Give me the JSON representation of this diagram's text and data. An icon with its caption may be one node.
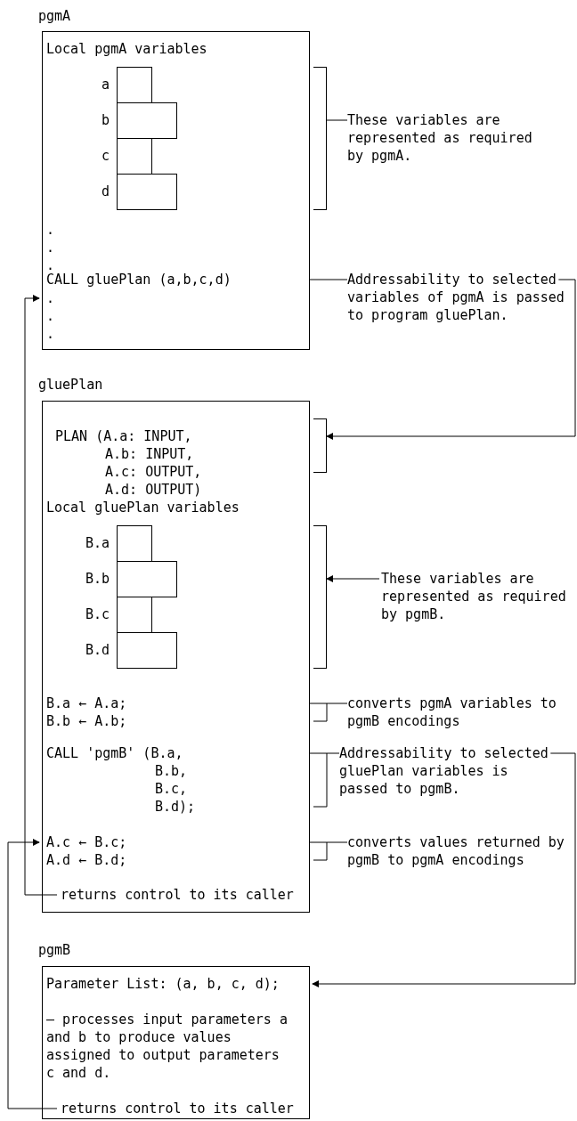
{
  "diagram": {
    "nodes": [
      {
        "text": [
          "pgmA",
          "Local pgmA variables"
        ]
      },
      {
        "text": [],
        "shape": "box",
        "in": 0,
        "beside": [
          "a"
        ]
      },
      {
        "text": [],
        "shape": "box",
        "in": 0,
        "beside": [
          "b"
        ]
      },
      {
        "text": [],
        "shape": "box",
        "in": 0,
        "beside": [
          "c"
        ]
      },
      {
        "text": [],
        "shape": "box",
        "in": 0,
        "beside": [
          "d"
        ]
      },
      {
        "text": [
          ". . ."
        ],
        "in": 0
      },
      {
        "text": [
          "CALL gluePlan (a,b,c,d)"
        ],
        "in": 0
      },
      {
        "text": [
          ". . ."
        ],
        "in": 0
      },
      {
        "text": [
          "These variables are represented as required by pgmA."
        ]
      },
      {
        "text": [
          "Addressability to selected variables of pgmA is passed to program gluePlan."
        ]
      },
      {
        "text": [
          "gluePlan",
          "Local gluePlan variables"
        ]
      },
      {
        "text": [
          "PLAN (A.a: INPUT,",
          "A.b: INPUT,",
          "A.c: OUTPUT,",
          "A.d: OUTPUT)"
        ],
        "in": 10
      },
      {
        "text": [],
        "shape": "box",
        "in": 10,
        "beside": [
          "B.a"
        ]
      },
      {
        "text": [],
        "shape": "box",
        "in": 10,
        "beside": [
          "B.b"
        ]
      },
      {
        "text": [],
        "shape": "box",
        "in": 10,
        "beside": [
          "B.c"
        ]
      },
      {
        "text": [],
        "shape": "box",
        "in": 10,
        "beside": [
          "B.d"
        ]
      },
      {
        "text": [
          "These variables are represented as required by pgmB."
        ]
      },
      {
        "text": [
          "B.a ← A.a;",
          "B.b ← A.b;"
        ],
        "in": 10
      },
      {
        "text": [
          "converts pgmA variables to pgmB encodings"
        ]
      },
      {
        "text": [
          "CALL 'pgmB' (B.a,",
          "B.b,",
          "B.c,",
          "B.d);"
        ],
        "in": 10
      },
      {
        "text": [
          "Addressability to selected gluePlan variables is passed to pgmB."
        ]
      },
      {
        "text": [
          "A.c ← B.c;",
          "A.d ← B.d;"
        ],
        "in": 10
      },
      {
        "text": [
          "converts values returned by pgmB to pgmA encodings"
        ]
      },
      {
        "text": [
          "returns control to its caller"
        ],
        "in": 10
      },
      {
        "text": [
          "pgmB"
        ]
      },
      {
        "text": [
          "Parameter List: (a, b, c, d);"
        ],
        "in": 24
      },
      {
        "text": [
          "– processes input parameters a and b to produce values assigned to output parameters c and d."
        ],
        "in": 24
      },
      {
        "text": [
          "returns control to its caller"
        ],
        "in": 24
      },
      {
        "text": [],
        "shape": "bracket"
      },
      {
        "text": [],
        "shape": "bracket"
      },
      {
        "text": [],
        "shape": "bracket"
      }
    ],
    "edges": [
      {
        "from": 8,
        "to": 28,
        "arrow": "none"
      },
      {
        "from": 0,
        "to": 9,
        "arrow": "none"
      },
      {
        "from": 9,
        "to": 29,
        "arrow": "to"
      },
      {
        "from": 16,
        "to": 30,
        "arrow": "to"
      },
      {
        "from": 10,
        "to": 18,
        "arrow": "none"
      },
      {
        "from": 10,
        "to": 20,
        "arrow": "none"
      },
      {
        "from": 20,
        "to": 25,
        "arrow": "to"
      },
      {
        "from": 10,
        "to": 22,
        "arrow": "none"
      },
      {
        "from": 23,
        "to": 7,
        "arrow": "to"
      },
      {
        "from": 27,
        "to": 21,
        "arrow": "to"
      }
    ]
  }
}
